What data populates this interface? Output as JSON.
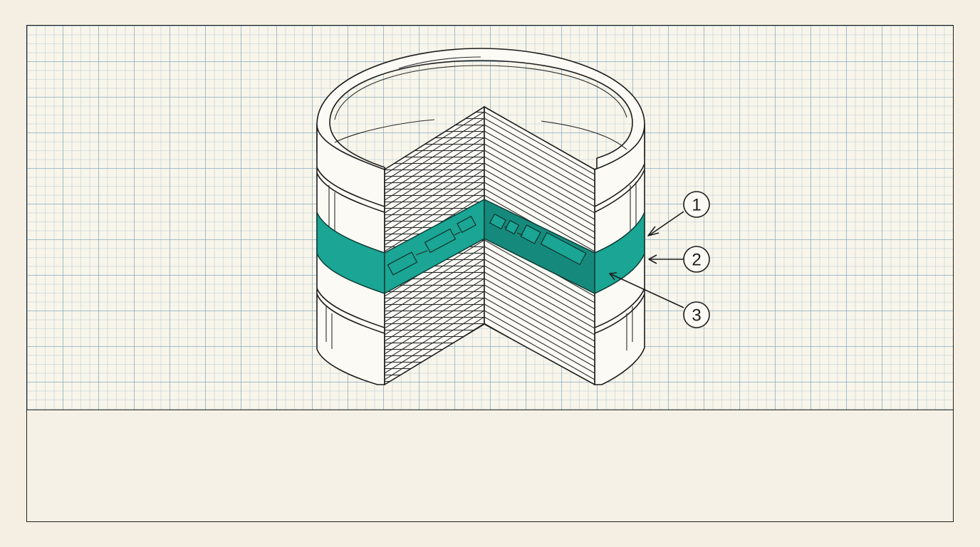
{
  "callouts": [
    {
      "number": "1"
    },
    {
      "number": "2"
    },
    {
      "number": "3"
    }
  ],
  "colors": {
    "highlight_layer": "#1aa594",
    "paper": "#f4efe2",
    "grid": "#78a0b9",
    "ink": "#1c1c1c"
  }
}
